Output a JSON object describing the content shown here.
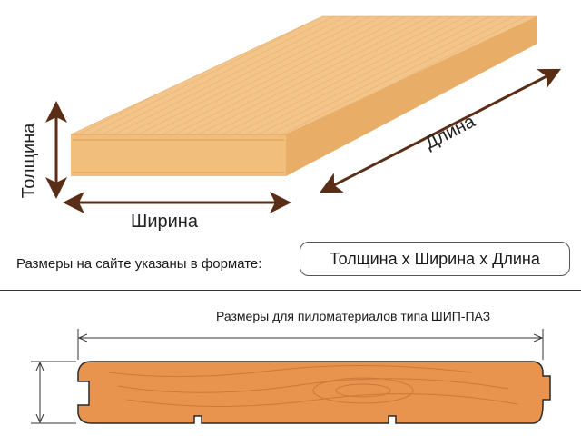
{
  "board_labels": {
    "thickness": "Толщина",
    "width": "Ширина",
    "length": "Длина"
  },
  "format_note": "Размеры на сайте указаны в формате:",
  "format_value": "Толщина х Ширина х Длина",
  "profile_caption": "Размеры для пиломатериалов типа ШИП-ПАЗ",
  "colors": {
    "arrow": "#5a2e16",
    "board_top": "#f3c58a",
    "board_front": "#f1be7c",
    "board_side": "#e8ad67",
    "profile_wood": "#e8944e",
    "profile_outline": "#2a2a2a"
  }
}
